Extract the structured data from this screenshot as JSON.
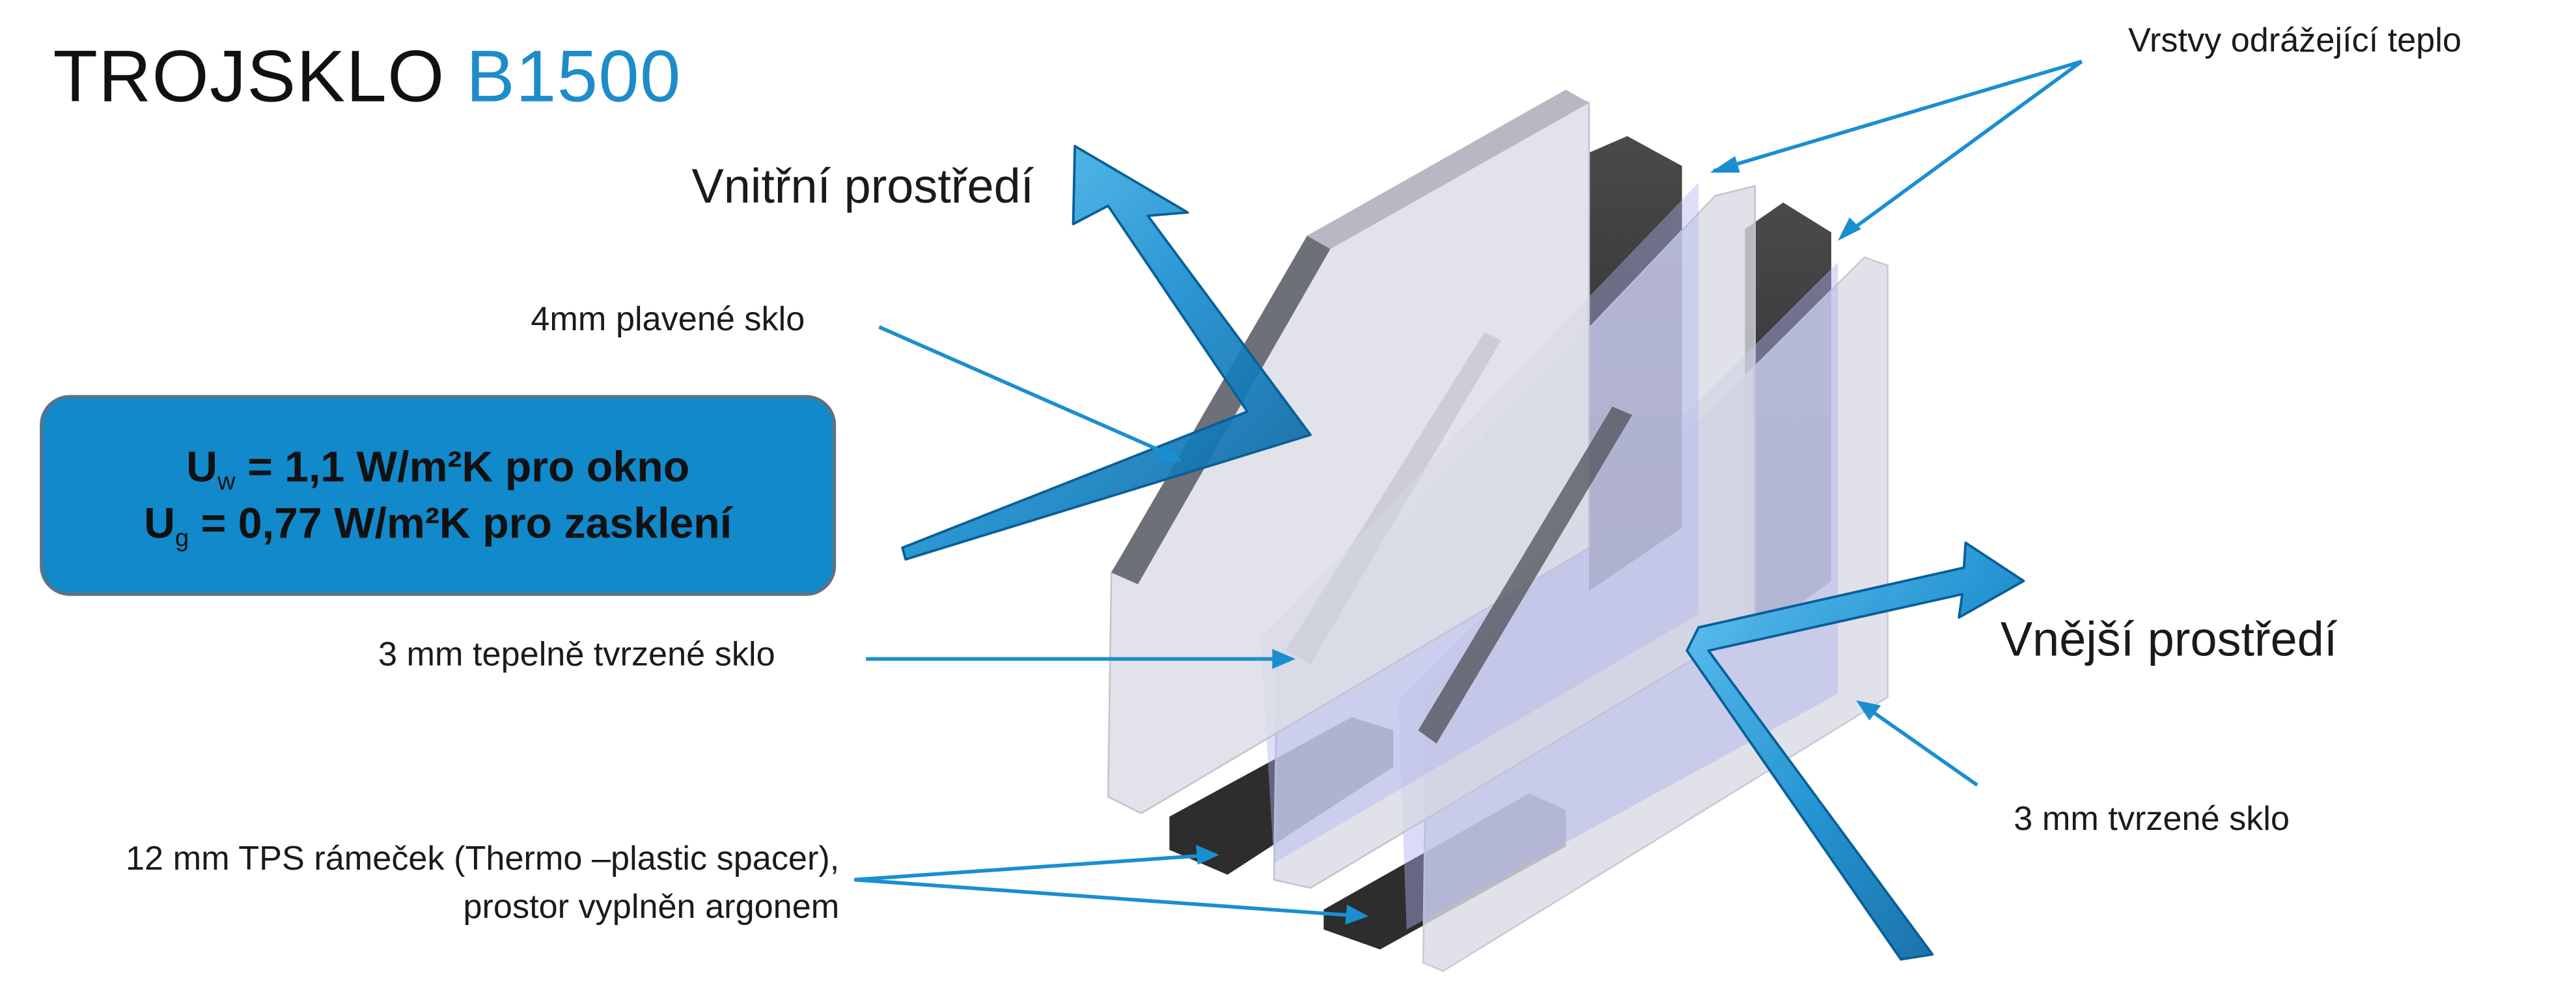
{
  "title": {
    "prefix": "TROJSKLO",
    "model": "B1500"
  },
  "labels": {
    "interior": "Vnitřní prostředí",
    "exterior": "Vnější prostředí",
    "reflective_layers": "Vrstvy odrážející teplo",
    "float_glass": "4mm plavené sklo",
    "heat_strengthened_glass": "3 mm tepelně tvrzené sklo",
    "spacer_line1": "12 mm TPS rámeček (Thermo –plastic spacer),",
    "spacer_line2": "prostor vyplněn argonem",
    "tempered_glass": "3 mm tvrzené sklo"
  },
  "u_values": {
    "uw_symbol": "U",
    "uw_subscript": "w",
    "uw_text": " = 1,1 W/m²K pro okno",
    "ug_symbol": "U",
    "ug_subscript": "g",
    "ug_text": " = 0,77 W/m²K pro zasklení"
  },
  "colors": {
    "accent_blue": "#1e8ccb",
    "box_blue": "#1189cb",
    "glass": "#d9dae4",
    "coating": "#aeb2ee",
    "spacer": "#333333"
  }
}
